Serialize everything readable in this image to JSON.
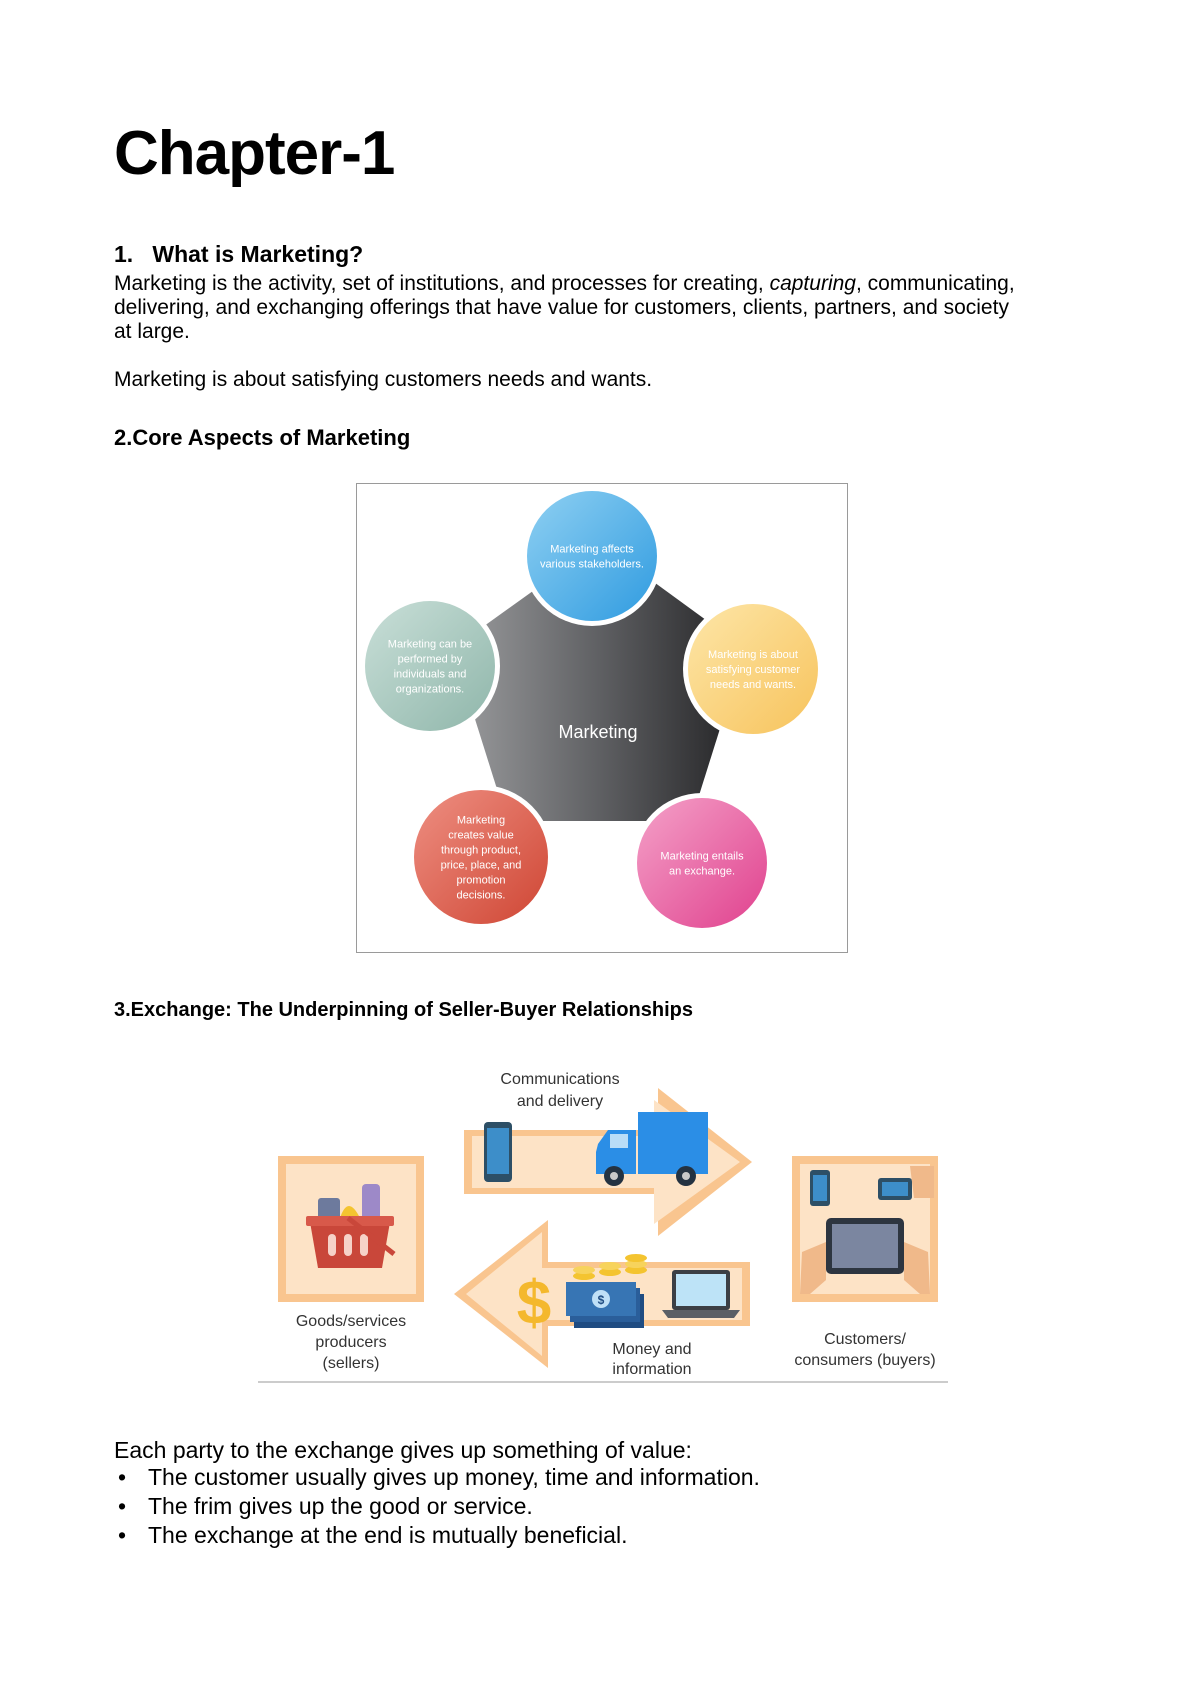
{
  "document": {
    "title": "Chapter-1",
    "section1": {
      "heading_num": "1.",
      "heading_text": "What is Marketing?",
      "para1_a": "Marketing is the activity, set of institutions, and processes for creating, ",
      "para1_italic": "capturing",
      "para1_b": ", communicating,",
      "para1_line2": "delivering, and exchanging offerings that have value for customers, clients, partners, and society",
      "para1_line3": "at large.",
      "para2": "Marketing is about satisfying customers needs and wants."
    },
    "section2": {
      "heading": "2.Core Aspects of Marketing",
      "diagram": {
        "center_label": "Marketing",
        "circles": [
          {
            "lines": [
              "Marketing affects",
              "various stakeholders."
            ],
            "color_a": "#8fd0f2",
            "color_b": "#2f9be0"
          },
          {
            "lines": [
              "Marketing is about",
              "satisfying customer",
              "needs and wants."
            ],
            "color_a": "#fde6a8",
            "color_b": "#f7c35c"
          },
          {
            "lines": [
              "Marketing entails",
              "an exchange."
            ],
            "color_a": "#f4a1c8",
            "color_b": "#e0418e"
          },
          {
            "lines": [
              "Marketing",
              "creates value",
              "through product,",
              "price, place, and",
              "promotion",
              "decisions."
            ],
            "color_a": "#ee8f82",
            "color_b": "#cf4634"
          },
          {
            "lines": [
              "Marketing can be",
              "performed by",
              "individuals and",
              "organizations."
            ],
            "color_a": "#c9dfd8",
            "color_b": "#8fb6aa"
          }
        ]
      }
    },
    "section3": {
      "heading": "3.Exchange: The Underpinning of Seller-Buyer Relationships",
      "diagram": {
        "top_label_1": "Communications",
        "top_label_2": "and delivery",
        "left_label_1": "Goods/services",
        "left_label_2": "producers",
        "left_label_3": "(sellers)",
        "right_label_1": "Customers/",
        "right_label_2": "consumers (buyers)",
        "bottom_label_1": "Money and",
        "bottom_label_2": "information",
        "dollar_sign": "$",
        "coin_symbol": "$"
      }
    },
    "closing": {
      "intro": "Each party to the exchange gives up something of value:",
      "bullet_glyph": "•",
      "bullets": [
        "The customer usually gives up money, time and information.",
        "The frim gives up the good or service.",
        "The exchange at the end is mutually beneficial."
      ]
    }
  }
}
